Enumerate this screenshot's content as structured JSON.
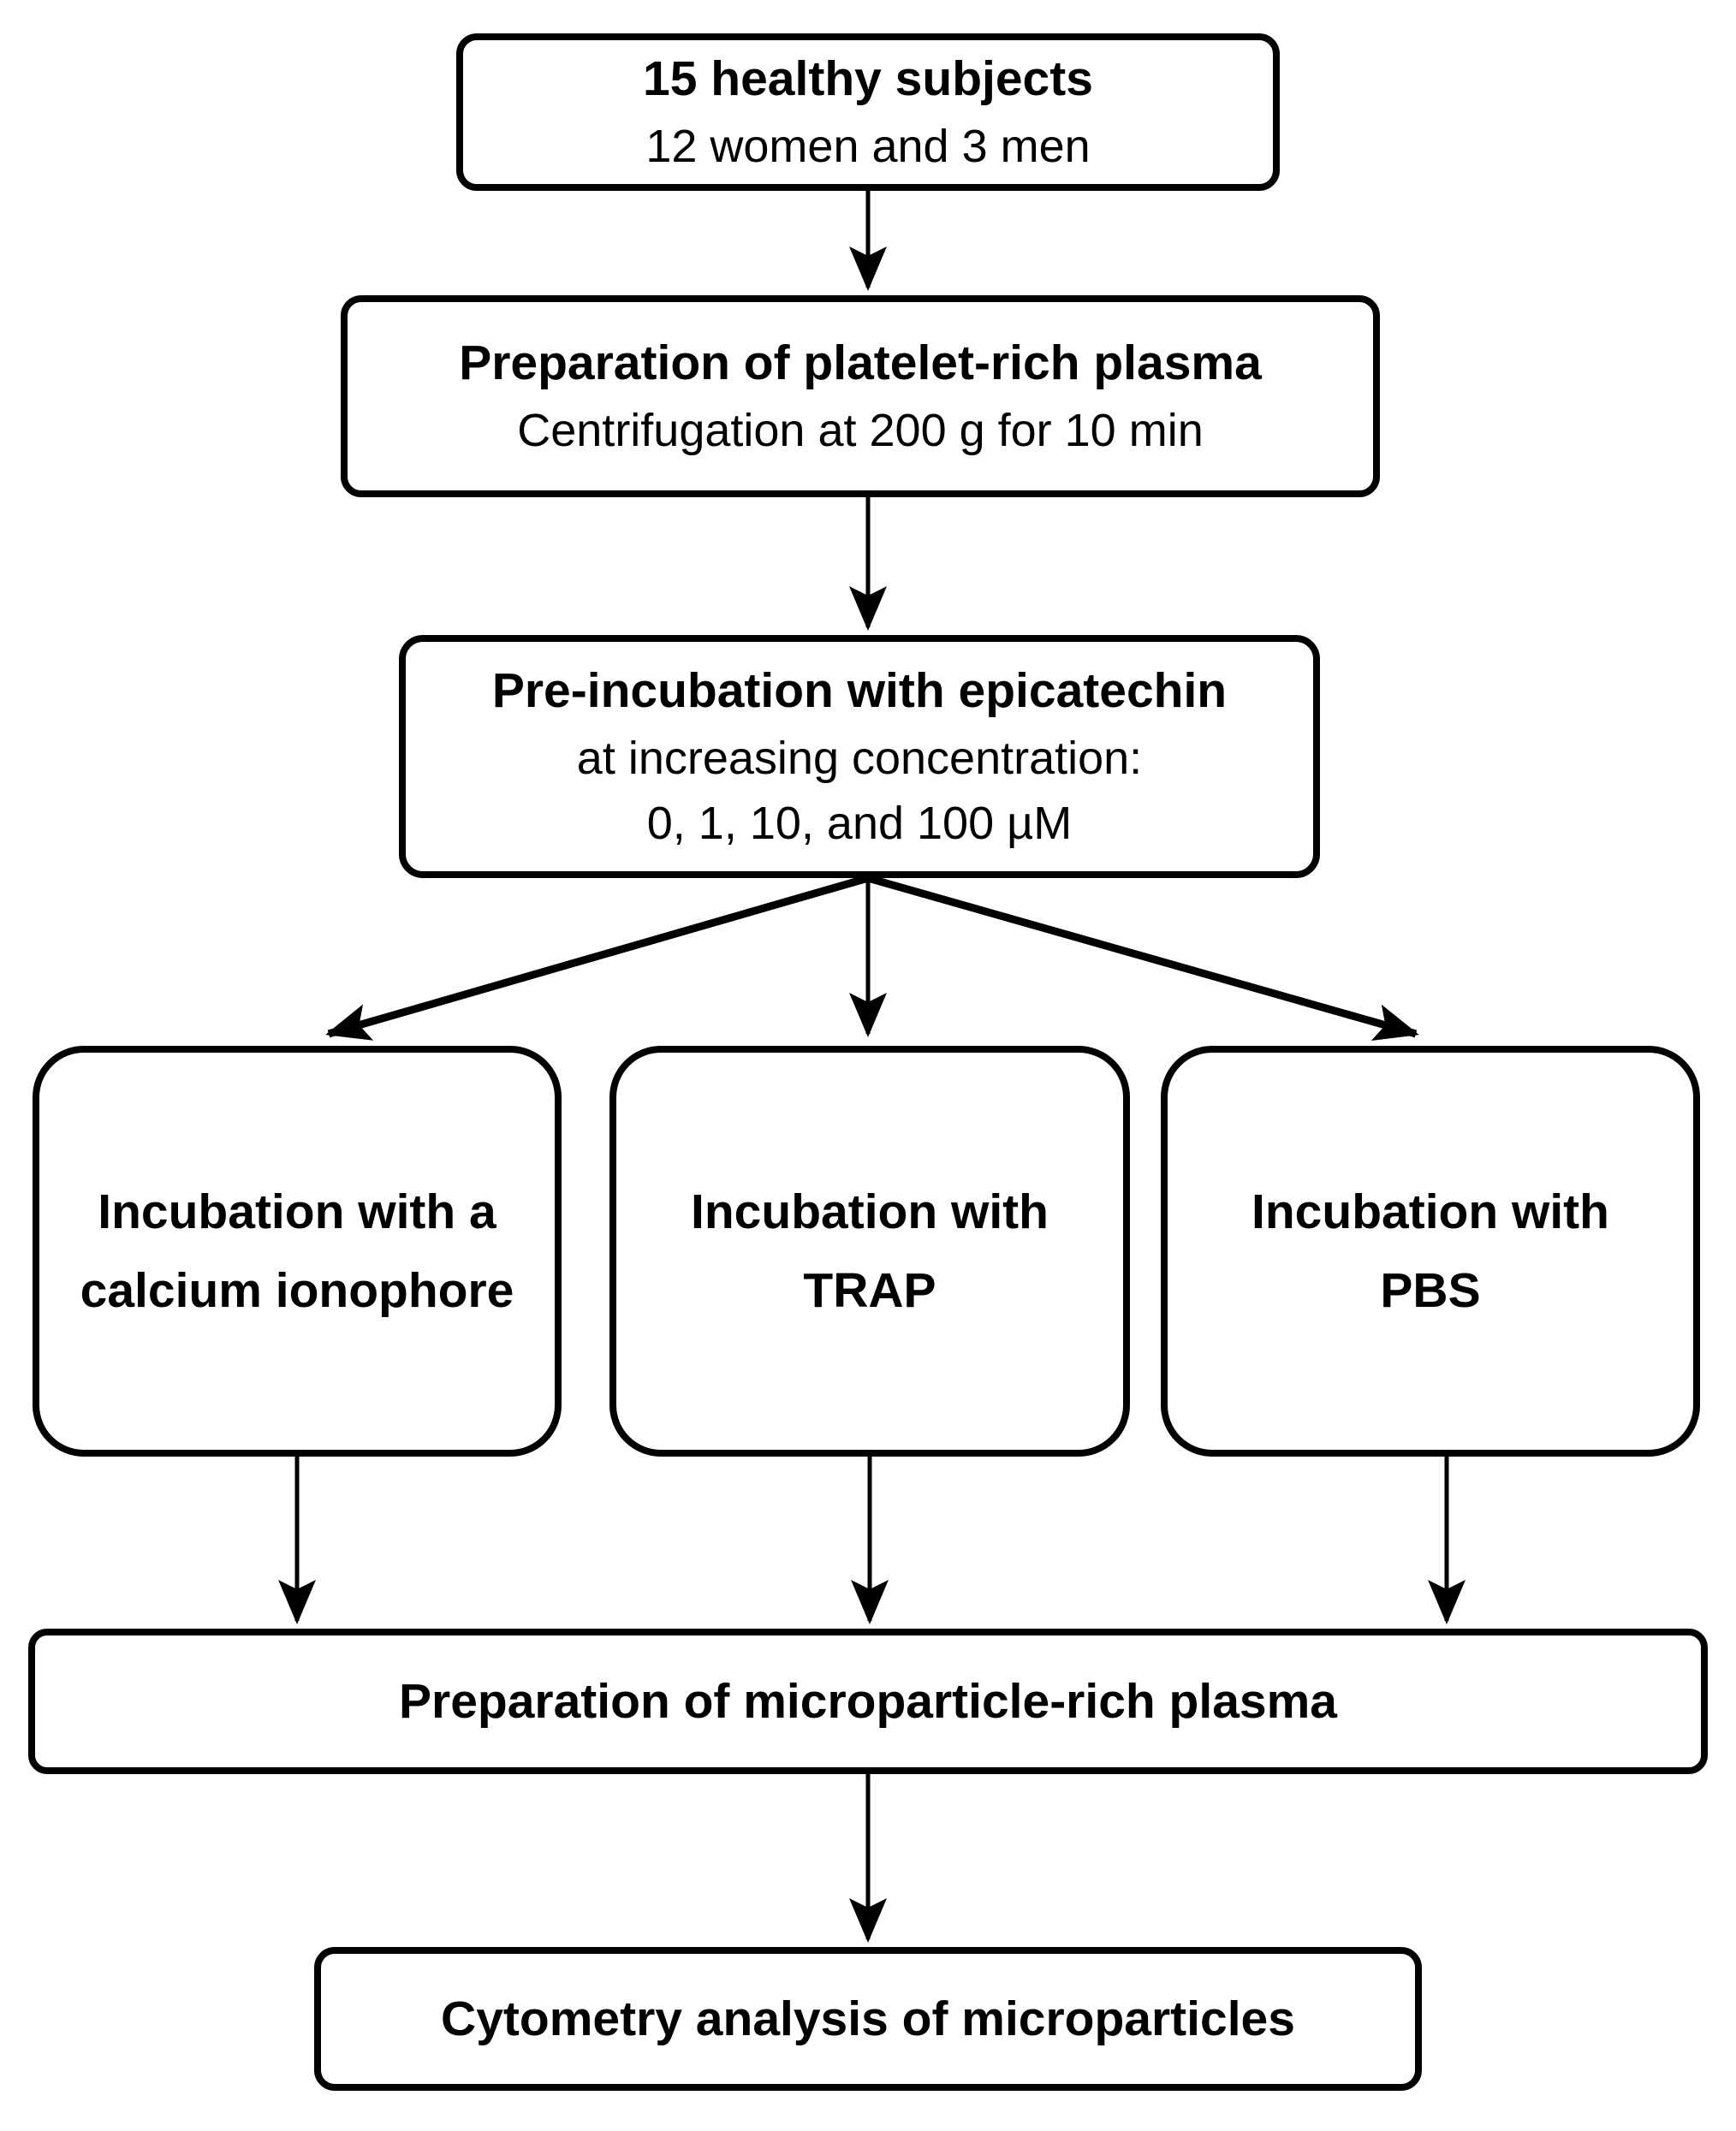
{
  "diagram": {
    "background_color": "#ffffff",
    "line_color": "#000000"
  },
  "nodes": {
    "subjects": {
      "title": "15 healthy subjects",
      "subtitle": "12 women and 3 men"
    },
    "prp": {
      "title": "Preparation of platelet-rich plasma",
      "subtitle": "Centrifugation at 200 g for 10 min"
    },
    "preincubation": {
      "title": "Pre-incubation with epicatechin",
      "subtitle1": "at increasing concentration:",
      "subtitle2": "0, 1, 10, and 100 µM"
    },
    "ionophore": {
      "line1": "Incubation with a",
      "line2": "calcium ionophore"
    },
    "trap": {
      "line1": "Incubation with",
      "line2": "TRAP"
    },
    "pbs": {
      "line1": "Incubation with",
      "line2": "PBS"
    },
    "mrp": {
      "title": "Preparation of microparticle-rich plasma"
    },
    "cytometry": {
      "title": "Cytometry analysis of microparticles"
    }
  },
  "edges": [
    {
      "from": "subjects",
      "to": "prp"
    },
    {
      "from": "prp",
      "to": "preincubation"
    },
    {
      "from": "preincubation",
      "to": "ionophore"
    },
    {
      "from": "preincubation",
      "to": "trap"
    },
    {
      "from": "preincubation",
      "to": "pbs"
    },
    {
      "from": "ionophore",
      "to": "mrp"
    },
    {
      "from": "trap",
      "to": "mrp"
    },
    {
      "from": "pbs",
      "to": "mrp"
    },
    {
      "from": "mrp",
      "to": "cytometry"
    }
  ]
}
